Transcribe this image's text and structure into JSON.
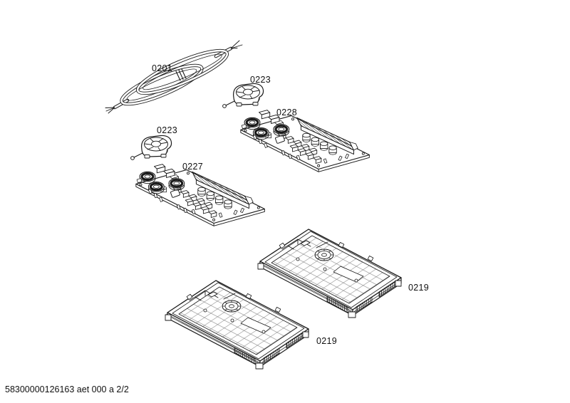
{
  "page": {
    "background": "#ffffff",
    "line_color": "#1a1a1a"
  },
  "diagram": {
    "kind": "exploded-parts-diagram",
    "parts": [
      {
        "ref": "0201",
        "drawing": "coiled-mains-cable"
      },
      {
        "ref": "0223",
        "drawing": "blower-fan"
      },
      {
        "ref": "0228",
        "drawing": "power-module-pcb"
      },
      {
        "ref": "0223",
        "drawing": "blower-fan"
      },
      {
        "ref": "0227",
        "drawing": "power-module-pcb"
      },
      {
        "ref": "0219",
        "drawing": "base-tray"
      },
      {
        "ref": "0219",
        "drawing": "base-tray"
      }
    ]
  },
  "footer": {
    "doc_number": "58300000126163 aet 000 a 2/2"
  }
}
